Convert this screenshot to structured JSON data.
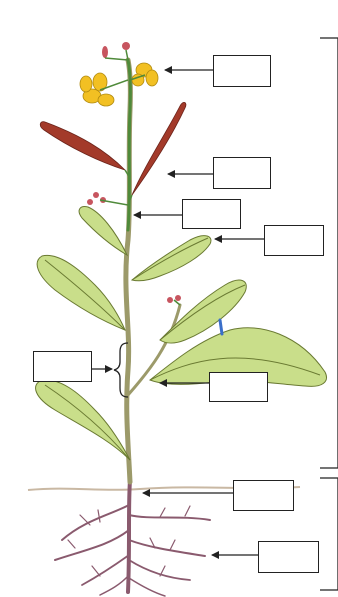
{
  "diagram": {
    "title": "",
    "colors": {
      "stem": "#9c9a6a",
      "upper_stem": "#4f8a3a",
      "leaf_fill": "#c9de8a",
      "leaf_vein": "#6a7a32",
      "flower": "#f2c023",
      "bud": "#c7555f",
      "pod": "#a33a2a",
      "root": "#8a5a6e",
      "soil": "#c9b8a3",
      "line": "#222222"
    },
    "labels": [
      {
        "id": "flower",
        "text": ""
      },
      {
        "id": "fruit-pod",
        "text": ""
      },
      {
        "id": "upper-stem",
        "text": ""
      },
      {
        "id": "upper-leaf",
        "text": ""
      },
      {
        "id": "internode",
        "text": ""
      },
      {
        "id": "node",
        "text": ""
      },
      {
        "id": "primary-root",
        "text": ""
      },
      {
        "id": "lateral-root",
        "text": ""
      }
    ]
  }
}
